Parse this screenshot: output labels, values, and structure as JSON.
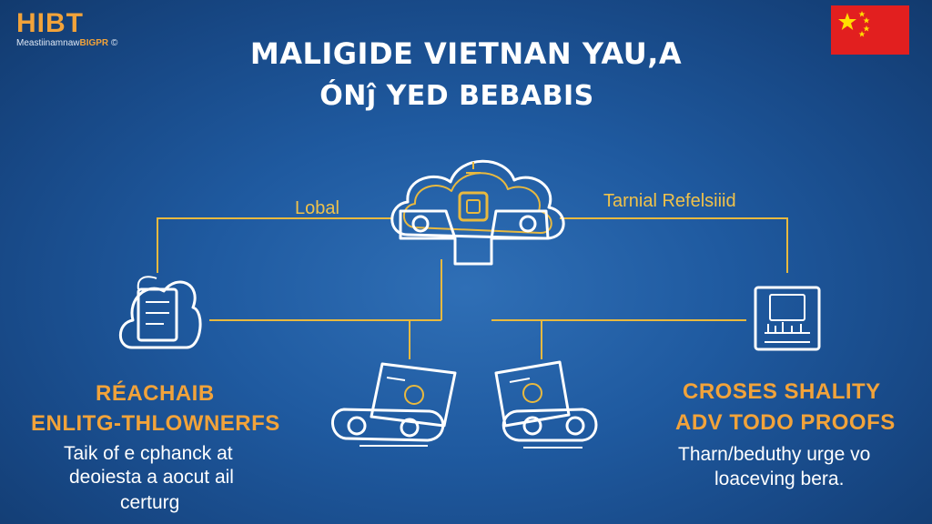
{
  "logo": {
    "mark": "HIBT",
    "sub_prefix": "Meastiinamnaw",
    "sub_highlight": "BIGPR",
    "sub_suffix": "©"
  },
  "flag": {
    "country": "China",
    "color": "#e21f1f",
    "star_color": "#ffde00"
  },
  "title": {
    "line1": "MALIGIDE VIETNAN YAU,A",
    "line2": "ÓNĵ YED BEBABIS"
  },
  "labels": {
    "left": "Lobal",
    "right": "Tarnial Refelsiiid"
  },
  "left_column": {
    "heading_line1": "RÉACHAIB",
    "heading_line2": "ENLITG-THLOWNERFS",
    "desc_lines": [
      "Taik of e cphanck at",
      "deoiesta a aocut ail",
      "certurg"
    ]
  },
  "right_column": {
    "heading_line1": "CROSES SHALITY",
    "heading_line2": "ADV TODO PROOFS",
    "desc_lines": [
      "Tharn/beduthy urge vo",
      "loaceving bera."
    ]
  },
  "icons": {
    "top": "cloud-vehicles-icon",
    "left": "cloud-document-icon",
    "right": "building-document-icon",
    "bottom_left": "banknote-vehicle-icon",
    "bottom_right": "banknote-vehicle-icon"
  },
  "colors": {
    "background": "#1f5aa0",
    "accent": "#f2a33a",
    "line": "#e8b93f",
    "icon_stroke": "#ffffff"
  }
}
